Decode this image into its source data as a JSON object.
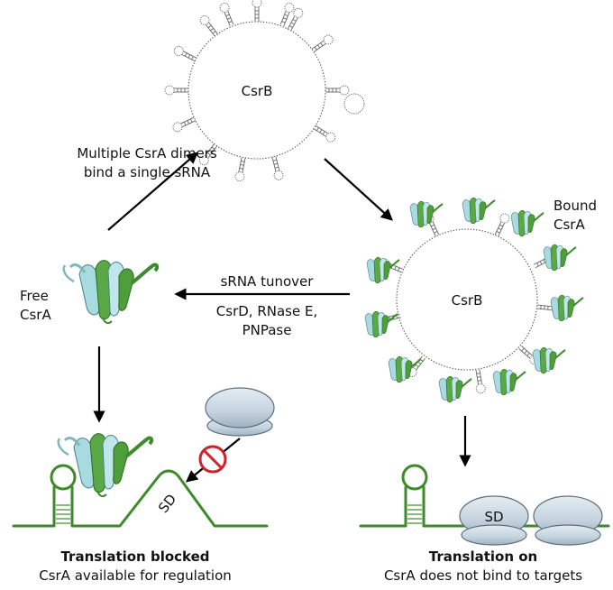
{
  "labels": {
    "csrb_top": "CsrB",
    "csrb_right": "CsrB",
    "multiple_line1": "Multiple CsrA dimers",
    "multiple_line2": "bind a single sRNA",
    "bound_line1": "Bound",
    "bound_line2": "CsrA",
    "free_line1": "Free",
    "free_line2": "CsrA",
    "turnover": "sRNA tunover",
    "enzymes_line1": "CsrD, RNase E,",
    "enzymes_line2": "PNPase",
    "sd_blocked": "SD",
    "sd_on": "SD",
    "blocked_title": "Translation blocked",
    "blocked_sub": "CsrA available for regulation",
    "on_title": "Translation on",
    "on_sub": "CsrA does not bind to targets"
  },
  "colors": {
    "mrna_green": "#3d8a2b",
    "protein_green": "#4f9e3c",
    "protein_cyan": "#a8dbe0",
    "ribosome_fill": "#c4d3de",
    "inhibit_red": "#d3202a"
  }
}
